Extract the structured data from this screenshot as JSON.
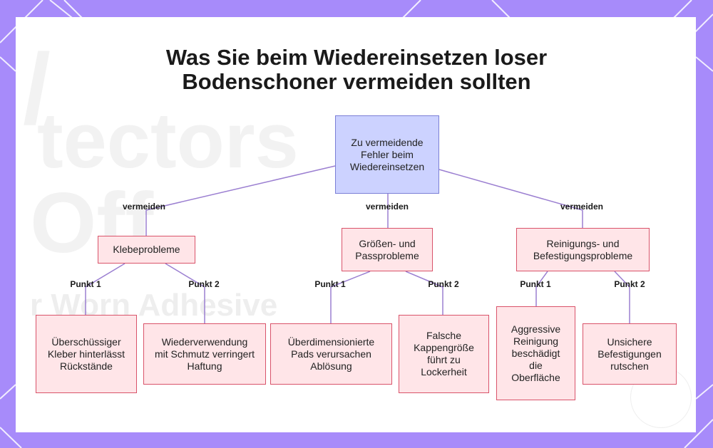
{
  "title": {
    "line1": "Was Sie beim Wiedereinsetzen loser",
    "line2": "Bodenschoner vermeiden sollten"
  },
  "background_text": {
    "line1": "/",
    "line2": "tectors",
    "line3": "Off",
    "line4": "r Worn Adhesive"
  },
  "diagram": {
    "root": "Zu vermeidende Fehler beim Wiedereinsetzen",
    "edge_label_main": "vermeiden",
    "categories": [
      {
        "label": "Klebeprobleme",
        "edge_label": "vermeiden",
        "children": [
          {
            "edge_label": "Punkt 1",
            "label": "Überschüssiger Kleber hinterlässt Rückstände"
          },
          {
            "edge_label": "Punkt 2",
            "label": "Wiederverwendung mit Schmutz verringert Haftung"
          }
        ]
      },
      {
        "label": "Größen- und Passprobleme",
        "edge_label": "vermeiden",
        "children": [
          {
            "edge_label": "Punkt 1",
            "label": "Überdimensionierte Pads verursachen Ablösung"
          },
          {
            "edge_label": "Punkt 2",
            "label": "Falsche Kappengröße führt zu Lockerheit"
          }
        ]
      },
      {
        "label": "Reinigungs- und Befestigungsprobleme",
        "edge_label": "vermeiden",
        "children": [
          {
            "edge_label": "Punkt 1",
            "label": "Aggressive Reinigung beschädigt die Oberfläche"
          },
          {
            "edge_label": "Punkt 2",
            "label": "Unsichere Befestigungen rutschen"
          }
        ]
      }
    ]
  },
  "colors": {
    "frame": "#a78bfa",
    "root_fill": "#ccd2ff",
    "root_border": "#7b7fd6",
    "node_fill": "#ffe5e8",
    "node_border": "#d9536a",
    "edge": "#9b7fd1"
  }
}
